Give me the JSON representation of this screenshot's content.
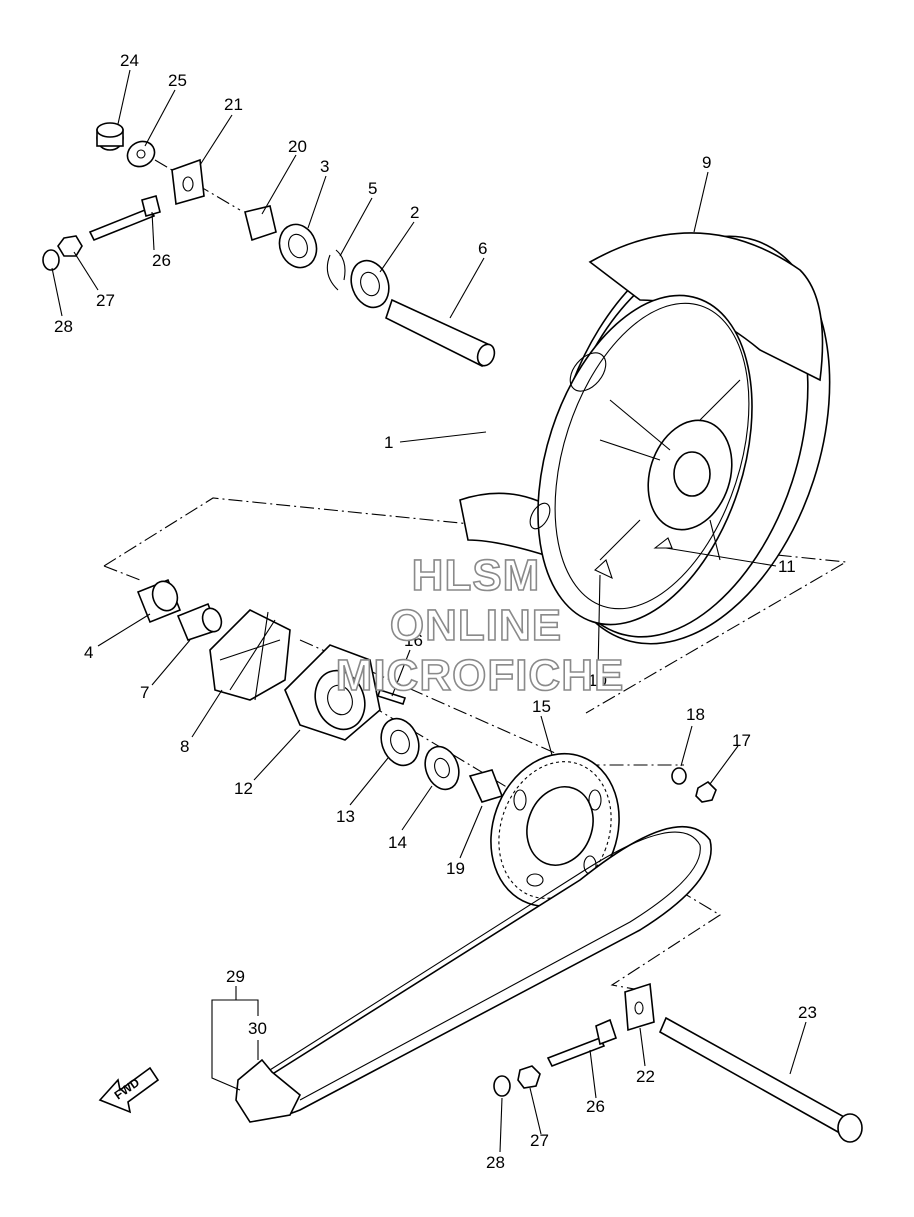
{
  "diagram": {
    "callouts": [
      {
        "id": "c1",
        "label": "1"
      },
      {
        "id": "c2",
        "label": "2"
      },
      {
        "id": "c3",
        "label": "3"
      },
      {
        "id": "c4",
        "label": "4"
      },
      {
        "id": "c5",
        "label": "5"
      },
      {
        "id": "c6",
        "label": "6"
      },
      {
        "id": "c7",
        "label": "7"
      },
      {
        "id": "c8",
        "label": "8"
      },
      {
        "id": "c9",
        "label": "9"
      },
      {
        "id": "c10",
        "label": "10"
      },
      {
        "id": "c11",
        "label": "11"
      },
      {
        "id": "c12",
        "label": "12"
      },
      {
        "id": "c13",
        "label": "13"
      },
      {
        "id": "c14",
        "label": "14"
      },
      {
        "id": "c15",
        "label": "15"
      },
      {
        "id": "c16",
        "label": "16"
      },
      {
        "id": "c17",
        "label": "17"
      },
      {
        "id": "c18",
        "label": "18"
      },
      {
        "id": "c19",
        "label": "19"
      },
      {
        "id": "c20",
        "label": "20"
      },
      {
        "id": "c21",
        "label": "21"
      },
      {
        "id": "c22",
        "label": "22"
      },
      {
        "id": "c23",
        "label": "23"
      },
      {
        "id": "c24",
        "label": "24"
      },
      {
        "id": "c25",
        "label": "25"
      },
      {
        "id": "c26a",
        "label": "26"
      },
      {
        "id": "c26b",
        "label": "26"
      },
      {
        "id": "c27a",
        "label": "27"
      },
      {
        "id": "c27b",
        "label": "27"
      },
      {
        "id": "c28a",
        "label": "28"
      },
      {
        "id": "c28b",
        "label": "28"
      },
      {
        "id": "c29",
        "label": "29"
      },
      {
        "id": "c30",
        "label": "30"
      }
    ],
    "fwd_label": "FWD"
  },
  "watermark": {
    "line1": "HLSM",
    "line2": "ONLINE",
    "line3": "MICROFICHE"
  }
}
